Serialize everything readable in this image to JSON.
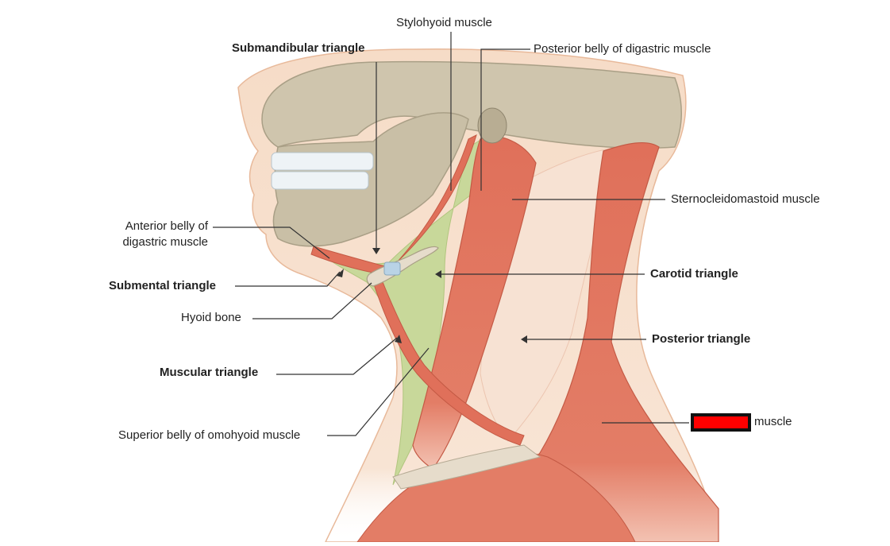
{
  "colors": {
    "skin": "#f6dcc7",
    "skin_edge": "#e8b99a",
    "bone": "#cfc5ad",
    "bone_dark": "#a99f86",
    "muscle": "#e0705a",
    "muscle_light": "#ee9a82",
    "triangle_green": "#c8d89a",
    "teeth": "#eef3f6",
    "leader": "#333333",
    "redaction": "#ff0000"
  },
  "labels": {
    "stylohyoid": "Stylohyoid muscle",
    "posterior_digastric": "Posterior belly of digastric muscle",
    "submandibular": "Submandibular triangle",
    "sternocleidomastoid": "Sternocleidomastoid muscle",
    "anterior_digastric_1": "Anterior belly of",
    "anterior_digastric_2": "digastric muscle",
    "submental": "Submental triangle",
    "carotid": "Carotid triangle",
    "hyoid": "Hyoid bone",
    "posterior_triangle": "Posterior triangle",
    "muscular": "Muscular triangle",
    "trapezius_suffix": "muscle",
    "omohyoid": "Superior belly of omohyoid muscle"
  }
}
